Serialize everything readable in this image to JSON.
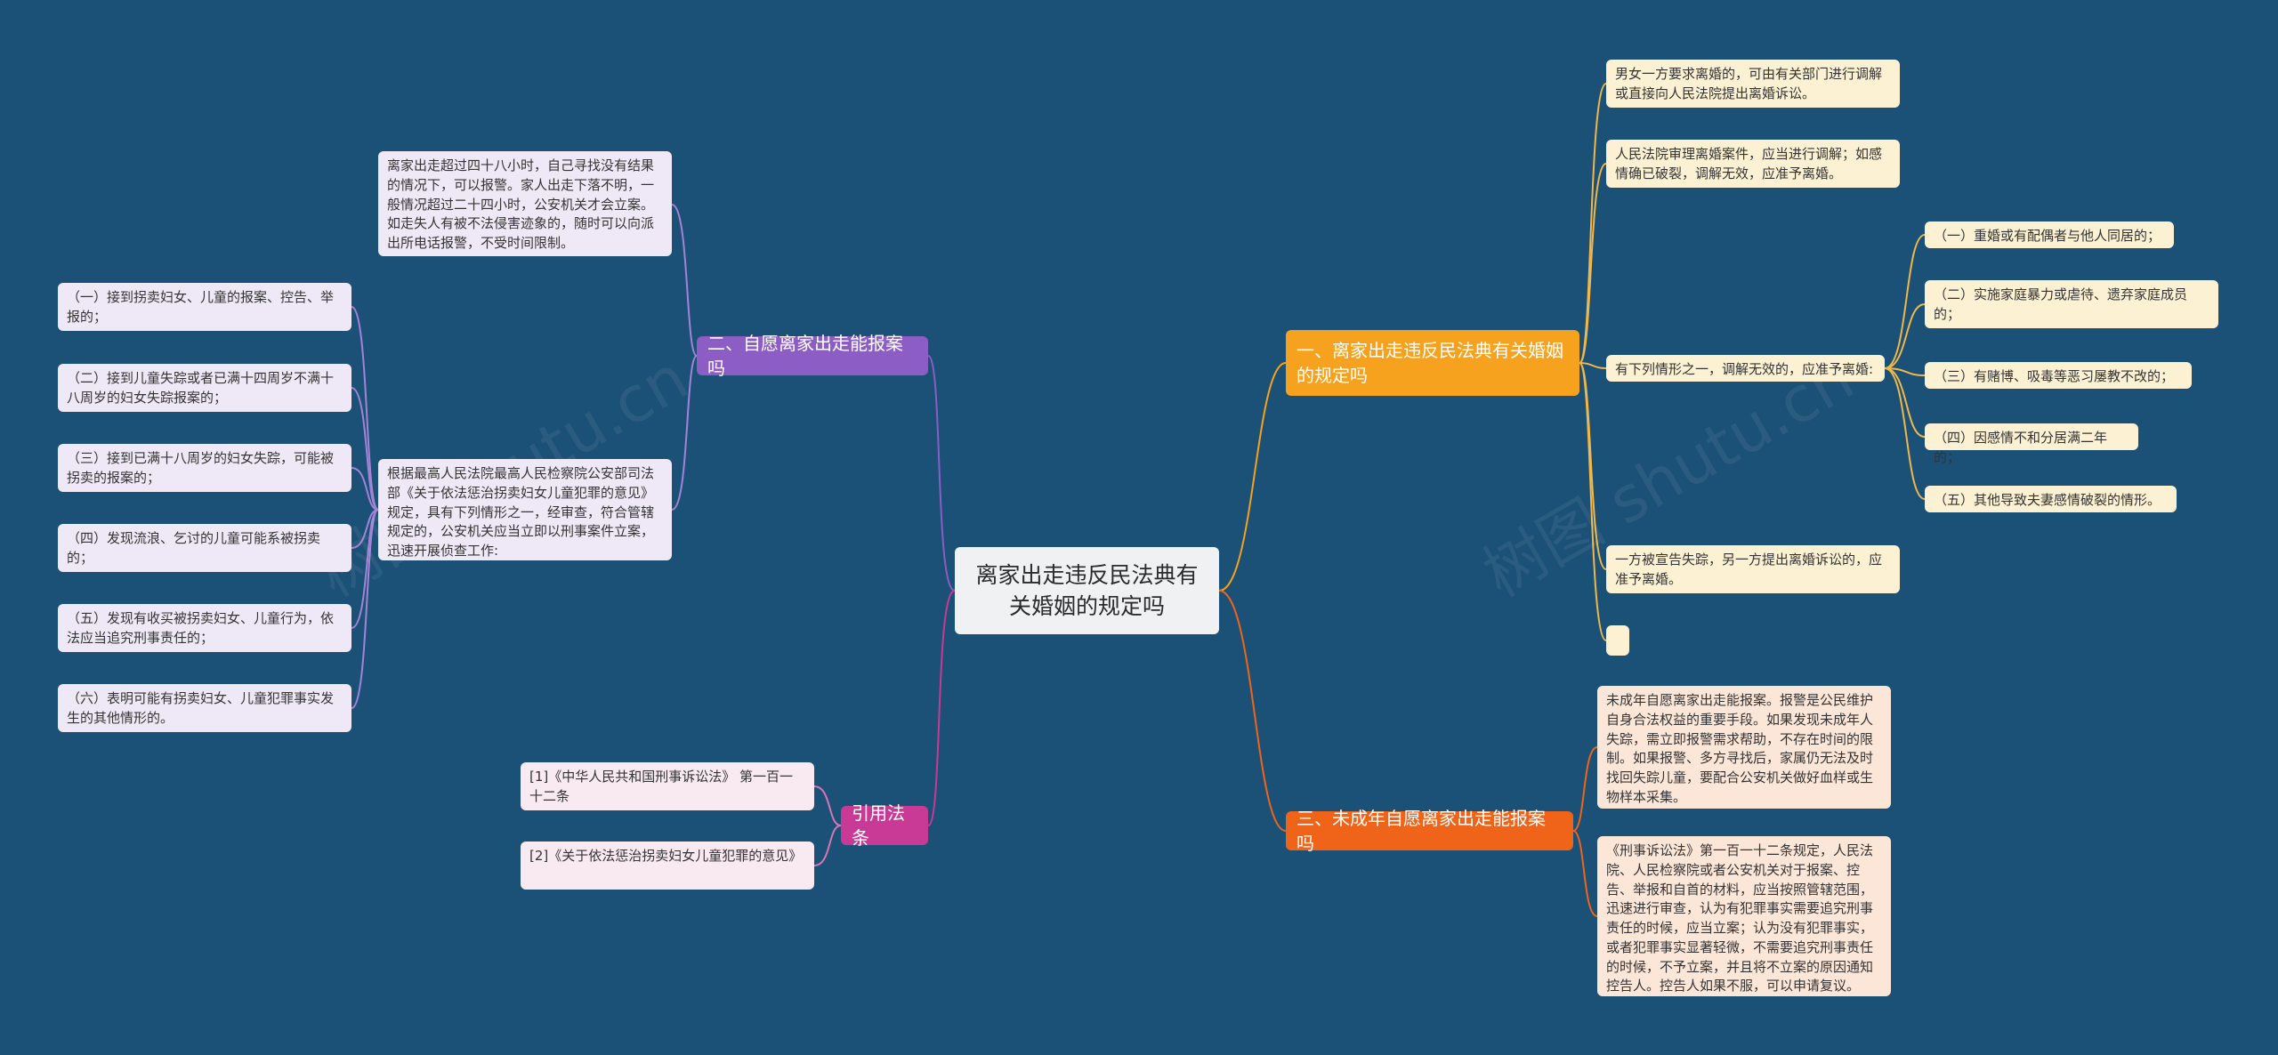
{
  "root": {
    "title": "离家出走违反民法典有关婚姻的规定吗"
  },
  "branches": {
    "b1": {
      "label": "一、离家出走违反民法典有关婚姻的规定吗",
      "children": [
        "男女一方要求离婚的，可由有关部门进行调解或直接向人民法院提出离婚诉讼。",
        "人民法院审理离婚案件，应当进行调解；如感情确已破裂，调解无效，应准予离婚。",
        "有下列情形之一，调解无效的，应准予离婚:",
        "一方被宣告失踪，另一方提出离婚诉讼的，应准予离婚。",
        ""
      ],
      "grandchildren": [
        "（一）重婚或有配偶者与他人同居的；",
        "（二）实施家庭暴力或虐待、遗弃家庭成员的；",
        "（三）有赌博、吸毒等恶习屡教不改的；",
        "（四）因感情不和分居满二年的；",
        "（五）其他导致夫妻感情破裂的情形。"
      ]
    },
    "b2": {
      "label": "二、自愿离家出走能报案吗",
      "children": [
        "离家出走超过四十八小时，自己寻找没有结果的情况下，可以报警。家人出走下落不明，一般情况超过二十四小时，公安机关才会立案。如走失人有被不法侵害迹象的，随时可以向派出所电话报警，不受时间限制。",
        "根据最高人民法院最高人民检察院公安部司法部《关于依法惩治拐卖妇女儿童犯罪的意见》规定，具有下列情形之一，经审查，符合管辖规定的，公安机关应当立即以刑事案件立案，迅速开展侦查工作:"
      ],
      "grandchildren": [
        "（一）接到拐卖妇女、儿童的报案、控告、举报的；",
        "（二）接到儿童失踪或者已满十四周岁不满十八周岁的妇女失踪报案的；",
        "（三）接到已满十八周岁的妇女失踪，可能被拐卖的报案的；",
        "（四）发现流浪、乞讨的儿童可能系被拐卖的；",
        "（五）发现有收买被拐卖妇女、儿童行为，依法应当追究刑事责任的；",
        "（六）表明可能有拐卖妇女、儿童犯罪事实发生的其他情形的。"
      ]
    },
    "b3": {
      "label": "三、未成年自愿离家出走能报案吗",
      "children": [
        "未成年自愿离家出走能报案。报警是公民维护自身合法权益的重要手段。如果发现未成年人失踪，需立即报警需求帮助，不存在时间的限制。如果报警、多方寻找后，家属仍无法及时找回失踪儿童，要配合公安机关做好血样或生物样本采集。",
        "《刑事诉讼法》第一百一十二条规定，人民法院、人民检察院或者公安机关对于报案、控告、举报和自首的材料，应当按照管辖范围，迅速进行审查，认为有犯罪事实需要追究刑事责任的时候，应当立案；认为没有犯罪事实，或者犯罪事实显著轻微，不需要追究刑事责任的时候，不予立案，并且将不立案的原因通知控告人。控告人如果不服，可以申请复议。"
      ]
    },
    "b4": {
      "label": "引用法条",
      "children": [
        "[1]《中华人民共和国刑事诉讼法》 第一百一十二条",
        "[2]《关于依法惩治拐卖妇女儿童犯罪的意见》"
      ]
    }
  },
  "watermarks": [
    "树图 shutu.cn",
    "树图 shutu.cn"
  ],
  "colors": {
    "background": "#1b5077",
    "purple": "#8b5dc5",
    "pink": "#c93a96",
    "orange": "#f6a21e",
    "red": "#f0641a"
  }
}
